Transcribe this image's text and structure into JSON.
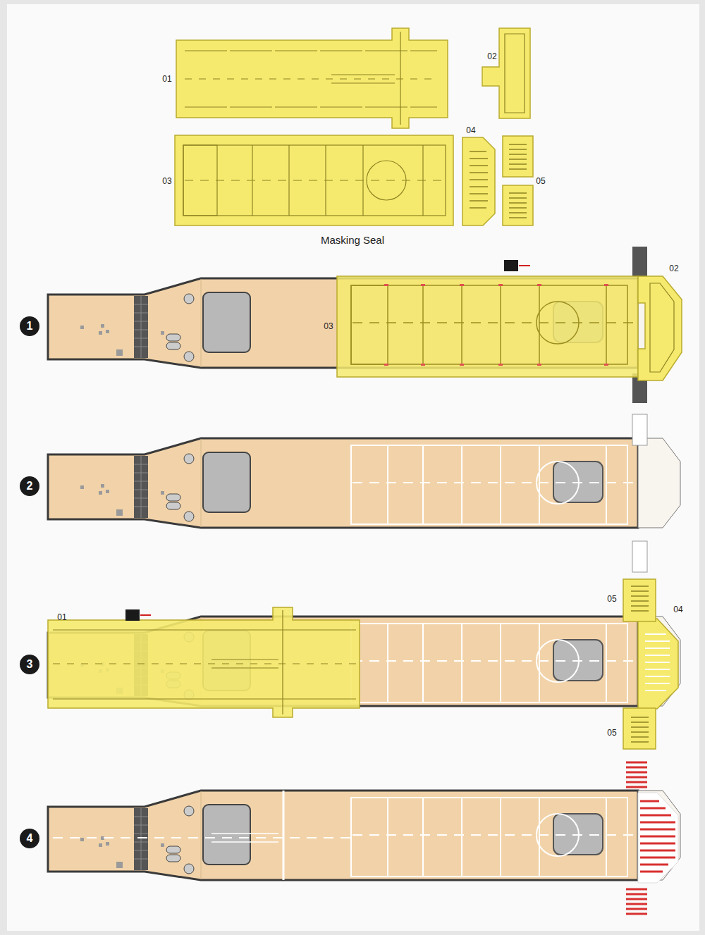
{
  "diagram": {
    "nodes": [
      {
        "text": [
          "1"
        ]
      },
      {
        "text": [
          "2"
        ]
      },
      {
        "text": [
          "3"
        ]
      },
      {
        "text": [
          "4"
        ]
      }
    ],
    "labels": [
      "01",
      "02",
      "03",
      "04",
      "05",
      "Masking Seal",
      "03",
      "02",
      "01",
      "05",
      "04",
      "05"
    ]
  }
}
